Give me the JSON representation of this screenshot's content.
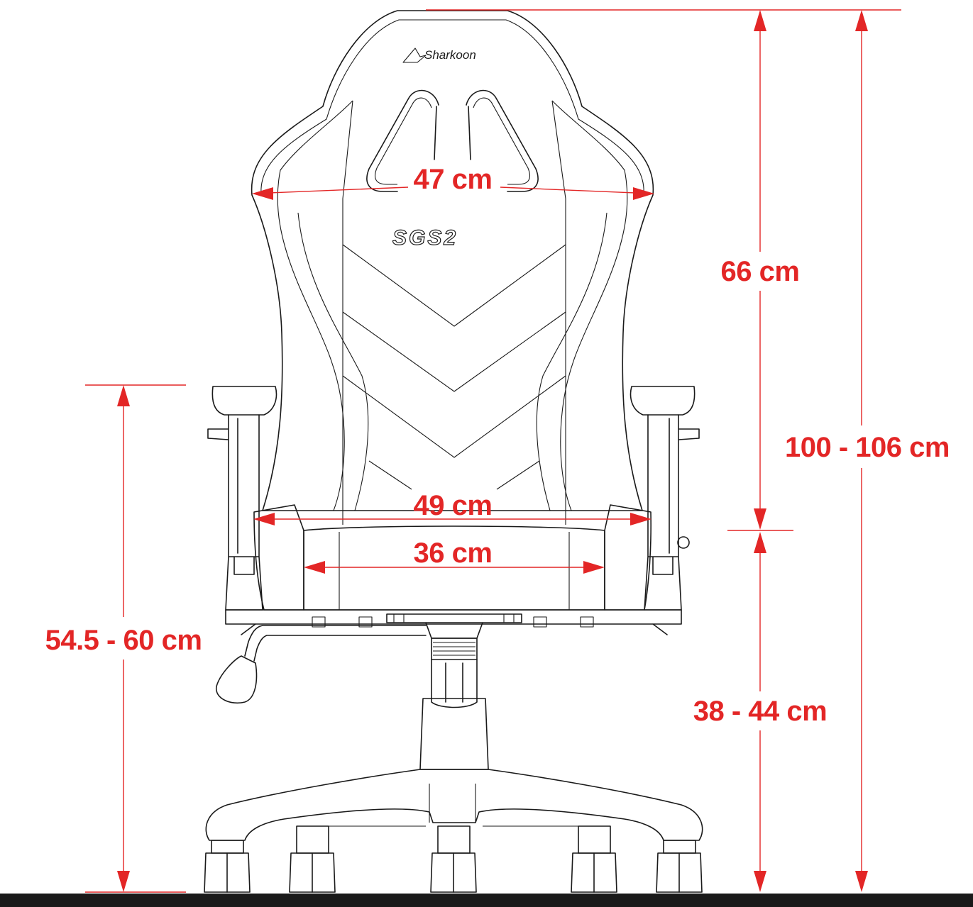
{
  "brand": {
    "name": "Sharkoon",
    "model": "SGS2"
  },
  "dimensions": [
    {
      "id": "backrest-width",
      "label": "47 cm"
    },
    {
      "id": "seat-width-total",
      "label": "49 cm"
    },
    {
      "id": "seat-width-inner",
      "label": "36 cm"
    },
    {
      "id": "backrest-height",
      "label": "66 cm"
    },
    {
      "id": "total-height",
      "label": "100 - 106 cm"
    },
    {
      "id": "seat-height",
      "label": "38 - 44 cm"
    },
    {
      "id": "armrest-height",
      "label": "54.5 - 60 cm"
    }
  ],
  "colors": {
    "dimension": "#e32626",
    "drawing": "#1a1a1a",
    "floor": "#1a1a1a"
  }
}
